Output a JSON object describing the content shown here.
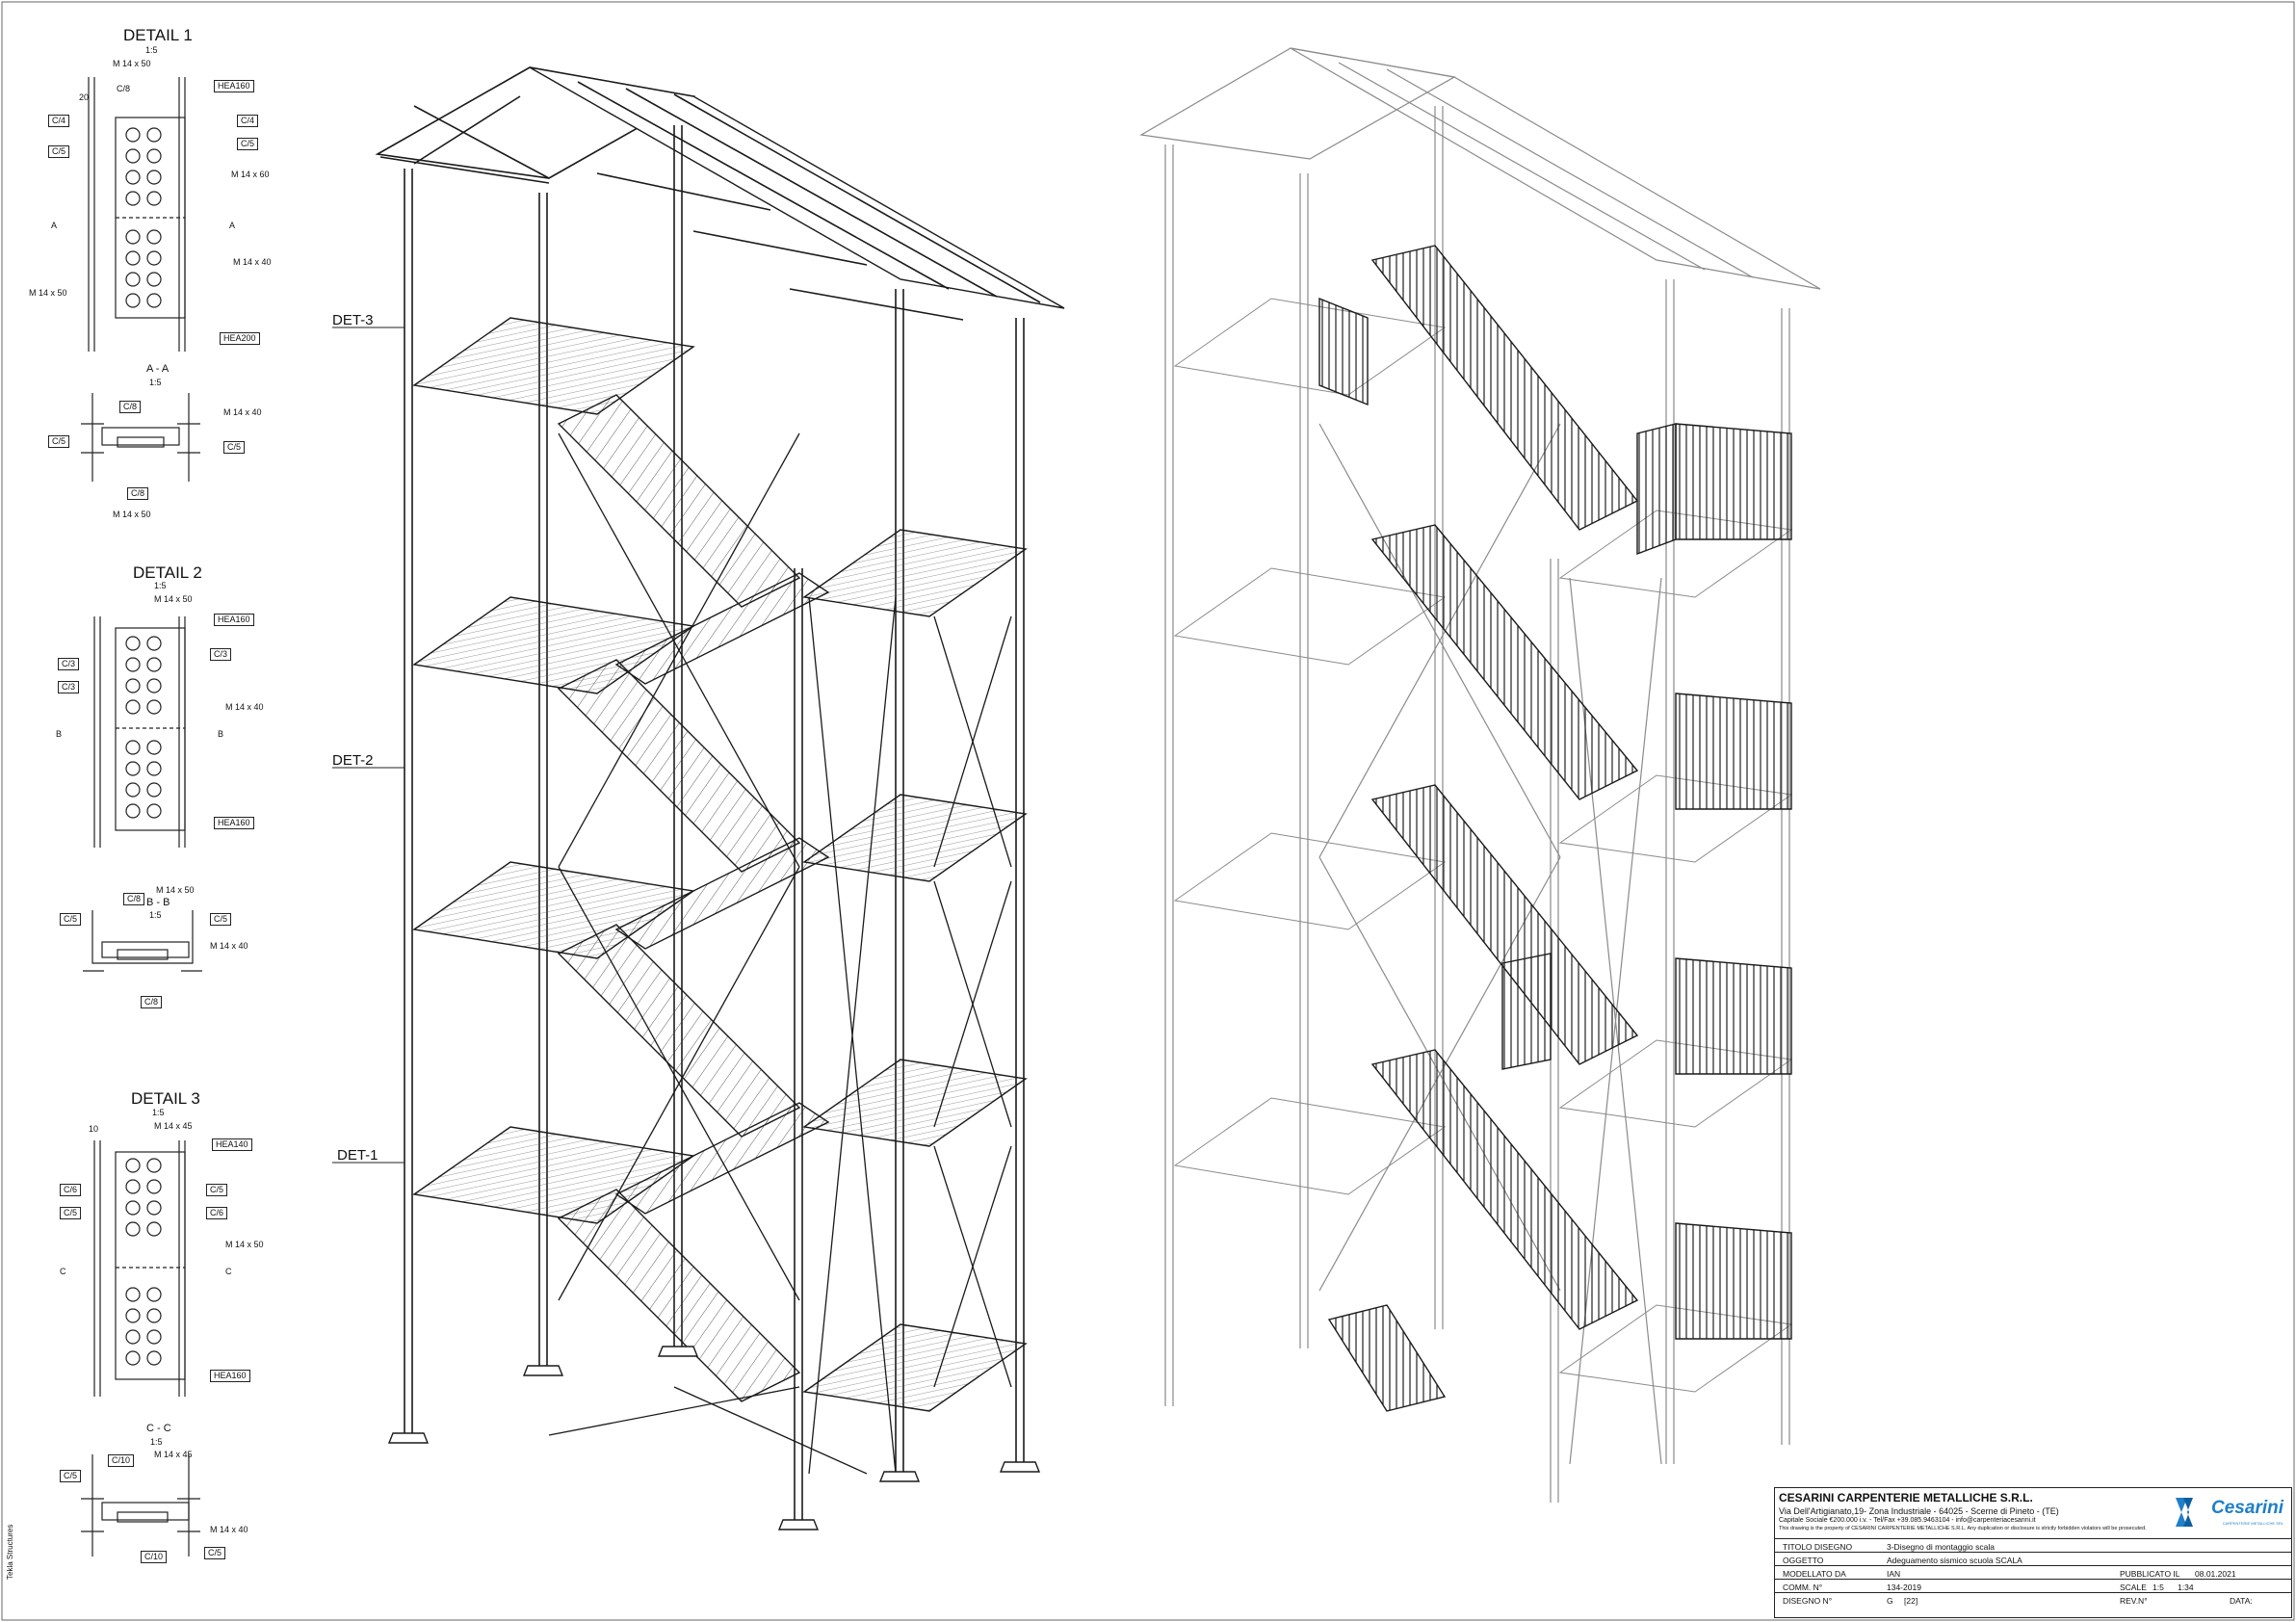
{
  "details": [
    {
      "title": "DETAIL 1",
      "scale": "1:5",
      "tags": [
        "M 14 x 50",
        "C/8",
        "HEA160",
        "20",
        "C/4",
        "C/4",
        "C/5",
        "C/5",
        "M 14 x 60",
        "A",
        "A",
        "M 14 x 40",
        "M 14 x 50",
        "HEA200"
      ],
      "section": {
        "title": "A - A",
        "scale": "1:5",
        "tags": [
          "C/8",
          "M 14 x 40",
          "C/5",
          "C/5",
          "C/8",
          "M 14 x 50"
        ]
      }
    },
    {
      "title": "DETAIL 2",
      "scale": "1:5",
      "tags": [
        "M 14 x 50",
        "HEA160",
        "C/3",
        "C/3",
        "C/3",
        "M 14 x 40",
        "B",
        "B",
        "HEA160"
      ],
      "section": {
        "title": "B - B",
        "scale": "1:5",
        "tags": [
          "C/8",
          "M 14 x 50",
          "C/5",
          "C/5",
          "M 14 x 40",
          "C/8"
        ]
      }
    },
    {
      "title": "DETAIL 3",
      "scale": "1:5",
      "tags": [
        "10",
        "M 14 x 45",
        "HEA140",
        "C/6",
        "C/5",
        "C/5",
        "C/6",
        "M 14 x 50",
        "C",
        "C",
        "HEA160"
      ],
      "section": {
        "title": "C - C",
        "scale": "1:5",
        "tags": [
          "C/10",
          "M 14 x 45",
          "C/5",
          "M 14 x 40",
          "C/10",
          "C/5"
        ]
      }
    }
  ],
  "detail_refs": [
    "DET-3",
    "DET-2",
    "DET-1"
  ],
  "side_label": "Tekla Structures",
  "title_block": {
    "company": "CESARINI CARPENTERIE METALLICHE S.R.L.",
    "address": "Via Dell'Artigianato,19- Zona Industriale - 64025 - Scerne di Pineto - (TE)",
    "capital": "Capitale Sociale €200.000 i.v. - Tel/Fax +39.085.9463104 - info@carpenteriacesarini.it",
    "disclaimer": "This drawing is the property of CESARINI CARPENTERIE METALLICHE S.R.L. Any duplication or disclosure is strictly forbidden violators will be prosecuted.",
    "logo": "Cesarini",
    "logo_sub": "CARPENTERIE METALLICHE SRL",
    "rows": [
      {
        "label": "TITOLO DISEGNO",
        "value": "3-Disegno di montaggio scala"
      },
      {
        "label": "OGGETTO",
        "value": "Adeguamento sismico scuola SCALA"
      },
      {
        "label": "MODELLATO DA",
        "value": "IAN",
        "label2": "PUBBLICATO IL",
        "value2": "08.01.2021"
      },
      {
        "label": "COMM. N°",
        "value": "134-2019",
        "label2": "SCALE",
        "value2": "1:5",
        "value3": "1:34"
      },
      {
        "label": "DISEGNO N°",
        "value": "G",
        "extra": "[22]",
        "label2": "REV.N°",
        "label3": "DATA:"
      }
    ]
  },
  "colors": {
    "ink": "#111111",
    "light_ink": "#8a8a8a",
    "logo_blue": "#1f7fc7"
  }
}
